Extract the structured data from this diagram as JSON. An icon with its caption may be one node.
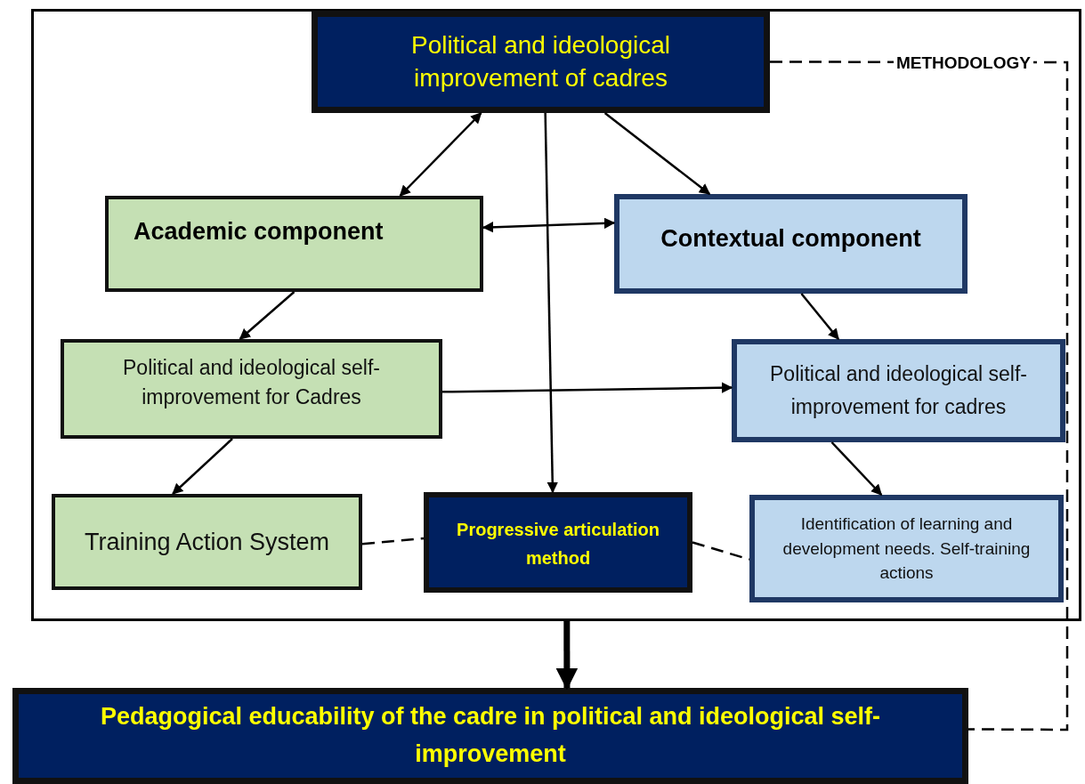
{
  "diagram": {
    "nodes": [
      {
        "text": [],
        "shape": "box"
      },
      {
        "text": [
          "Political and ideological improvement of cadres"
        ],
        "in": 0
      },
      {
        "text": [
          "Academic component"
        ],
        "in": 0
      },
      {
        "text": [
          "Contextual component"
        ],
        "in": 0
      },
      {
        "text": [
          "Political and ideological self-improvement for Cadres"
        ],
        "in": 0
      },
      {
        "text": [
          "Political and ideological self-improvement for cadres"
        ],
        "in": 0
      },
      {
        "text": [
          "Training Action System"
        ],
        "in": 0
      },
      {
        "text": [
          "Progressive articulation method"
        ],
        "in": 0
      },
      {
        "text": [
          "Identification of learning and development needs. Self-training actions"
        ],
        "in": 0
      },
      {
        "text": [
          "Pedagogical educability of the cadre in political and ideological self-improvement"
        ]
      }
    ],
    "edges": [
      {
        "from": 1,
        "to": 2,
        "arrow": "both"
      },
      {
        "from": 1,
        "to": 3,
        "arrow": "to"
      },
      {
        "from": 1,
        "to": 7,
        "arrow": "to"
      },
      {
        "from": 2,
        "to": 3,
        "arrow": "both"
      },
      {
        "from": 2,
        "to": 4,
        "arrow": "to"
      },
      {
        "from": 3,
        "to": 5,
        "arrow": "to"
      },
      {
        "from": 4,
        "to": 5,
        "arrow": "to"
      },
      {
        "from": 4,
        "to": 6,
        "arrow": "to"
      },
      {
        "from": 5,
        "to": 8,
        "arrow": "to"
      },
      {
        "from": 6,
        "to": 7,
        "arrow": "none",
        "style": "dashed"
      },
      {
        "from": 7,
        "to": 8,
        "arrow": "none",
        "style": "dashed"
      },
      {
        "from": 0,
        "to": 9,
        "arrow": "to",
        "style": "thick"
      },
      {
        "from": 1,
        "to": 9,
        "arrow": "none",
        "style": "dashed",
        "label": "METHODOLOGY"
      }
    ]
  }
}
